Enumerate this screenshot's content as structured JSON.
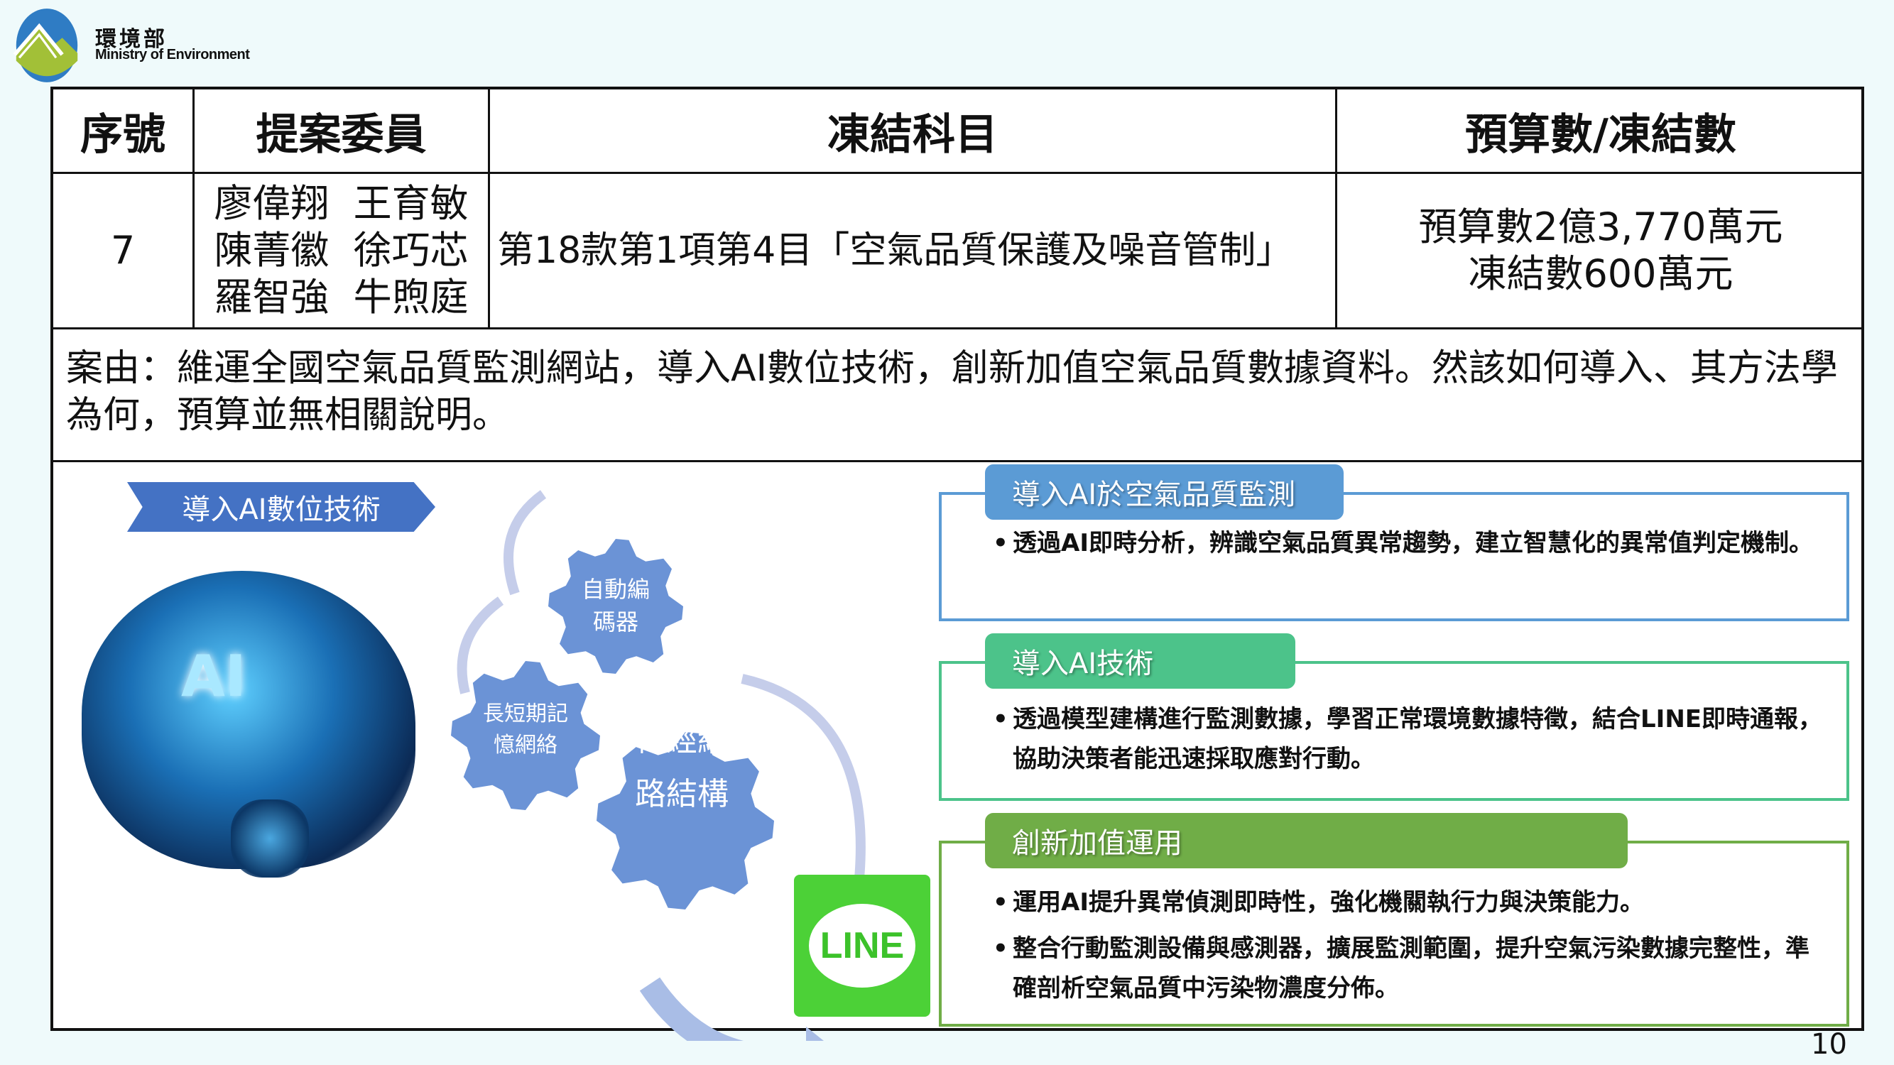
{
  "header": {
    "org_cn": "環境部",
    "org_en": "Ministry of Environment"
  },
  "table": {
    "headers": [
      "序號",
      "提案委員",
      "凍結科目",
      "預算數/凍結數"
    ],
    "row": {
      "no": "7",
      "members": [
        "廖偉翔  王育敏",
        "陳菁徽  徐巧芯",
        "羅智強  牛煦庭"
      ],
      "subject": "第18款第1項第4目「空氣品質保護及噪音管制」",
      "budget": [
        "預算數2億3,770萬元",
        "凍結數600萬元"
      ]
    },
    "reason": "案由：維運全國空氣品質監測網站，導入AI數位技術，創新加值空氣品質數據資料。然該如何導入、其方法學為何，預算並無相關說明。"
  },
  "diagram": {
    "banner": "導入AI數位技術",
    "brain_label": "AI",
    "gears": [
      {
        "label": "自動編\n碼器"
      },
      {
        "label": "長短期記\n憶網絡"
      },
      {
        "label": "神經網\n路結構"
      }
    ],
    "line_logo": "LINE"
  },
  "boxes": [
    {
      "title": "導入AI於空氣品質監測",
      "color": "#5b9bd5",
      "bullets": [
        "透過AI即時分析，辨識空氣品質異常趨勢，建立智慧化的異常值判定機制。"
      ]
    },
    {
      "title": "導入AI技術",
      "color": "#4cc38a",
      "bullets": [
        "透過模型建構進行監測數據，學習正常環境數據特徵，結合LINE即時通報，協助決策者能迅速採取應對行動。"
      ]
    },
    {
      "title": "創新加值運用",
      "color": "#70ad47",
      "bullets": [
        "運用AI提升異常偵測即時性，強化機關執行力與決策能力。",
        "整合行動監測設備與感測器，擴展監測範圍，提升空氣污染數據完整性，準確剖析空氣品質中污染物濃度分佈。"
      ]
    }
  ],
  "page_number": "10"
}
